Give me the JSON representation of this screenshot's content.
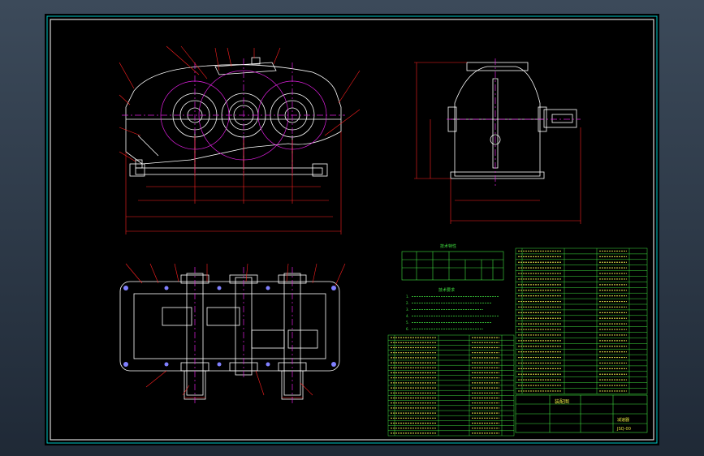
{
  "colors": {
    "background": "#000000",
    "frame": "#ffffff",
    "border": "#00c8c8",
    "part_lines": "#ffffff",
    "center_lines": "#e020e0",
    "dimension_lines": "#ff2020",
    "table_lines": "#40e040",
    "bolts": "#8080ff",
    "viewport_bg": "#2c3846"
  },
  "views": {
    "front_view": "front-elevation",
    "side_view": "side-elevation",
    "top_view": "plan-section"
  },
  "title_block": {
    "drawing_name": "装配图",
    "company": "减速器",
    "drawing_no": "JSQ-00"
  },
  "tech_requirements": {
    "title": "技术要求",
    "lines": [
      "1.",
      "2.",
      "3.",
      "4.",
      "5.",
      "6."
    ]
  },
  "spec_table": {
    "title": "技术特性"
  },
  "bom": {
    "left_rows": 20,
    "right_rows": 26
  },
  "icons": {
    "bolt": "bolt-icon"
  }
}
